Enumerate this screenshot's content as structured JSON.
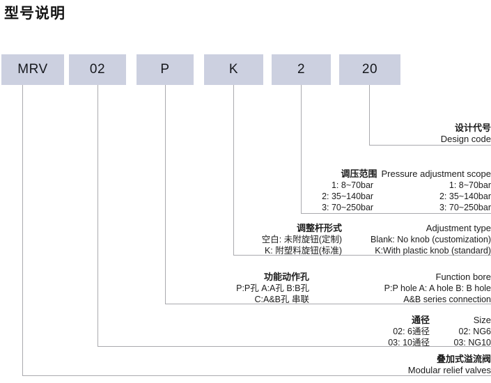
{
  "title": "型号说明",
  "code_boxes": [
    {
      "label": "MRV"
    },
    {
      "label": "02"
    },
    {
      "label": "P"
    },
    {
      "label": "K"
    },
    {
      "label": "2"
    },
    {
      "label": "20"
    }
  ],
  "sections": [
    {
      "id": "design-code",
      "heading_cn": "设计代号",
      "heading_en": "Design code",
      "rows": []
    },
    {
      "id": "pressure-adjustment-scope",
      "heading_cn": "调压范围",
      "heading_en": "Pressure adjustment scope",
      "rows": [
        {
          "cn": "1: 8~70bar",
          "en": "1: 8~70bar"
        },
        {
          "cn": "2: 35~140bar",
          "en": "2: 35~140bar"
        },
        {
          "cn": "3: 70~250bar",
          "en": "3: 70~250bar"
        }
      ]
    },
    {
      "id": "adjustment-type",
      "heading_cn": "调整杆形式",
      "heading_en": "Adjustment type",
      "rows": [
        {
          "cn": "空白: 未附旋钮(定制)",
          "en": "Blank: No knob (customization)"
        },
        {
          "cn": "K: 附塑料旋钮(标准)",
          "en": "K:With plastic knob (standard)"
        }
      ]
    },
    {
      "id": "function-bore",
      "heading_cn": "功能动作孔",
      "heading_en": "Function bore",
      "rows": [
        {
          "cn": "P:P孔  A:A孔  B:B孔",
          "en": "P:P hole   A: A hole   B: B hole"
        },
        {
          "cn": "C:A&B孔 串联",
          "en": "A&B series connection"
        }
      ]
    },
    {
      "id": "size",
      "heading_cn": "通径",
      "heading_en": "Size",
      "rows": [
        {
          "cn": "02: 6通径",
          "en": "02: NG6"
        },
        {
          "cn": "03: 10通径",
          "en": "03: NG10"
        }
      ]
    },
    {
      "id": "modular-relief-valves",
      "heading_cn": "叠加式溢流阀",
      "heading_en": "Modular relief valves",
      "rows": []
    }
  ],
  "colors": {
    "box_fill": "#ccd0e0",
    "line": "#a9a9ae",
    "text": "#1b1b1b",
    "background": "#ffffff"
  }
}
